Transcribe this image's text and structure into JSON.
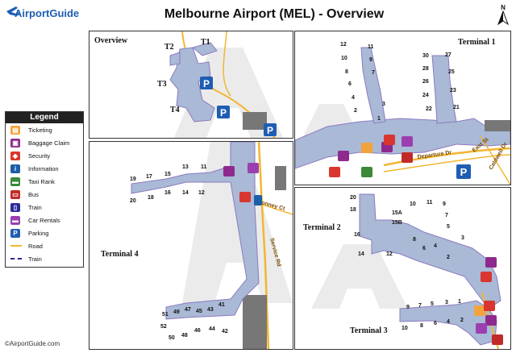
{
  "header": {
    "brand_text": "AirportGuide",
    "title": "Melbourne Airport (MEL) - Overview",
    "compass_letter": "N",
    "copyright": "©AirportGuide.com"
  },
  "colors": {
    "terminal": "#a9b9d6",
    "terminal_edge": "#8d7bbf",
    "road": "#f2b632",
    "ticketing": "#f2a33c",
    "baggage": "#8e2a8e",
    "security": "#d9362f",
    "information": "#1c5ea8",
    "taxi": "#3a8a3a",
    "bus": "#c22a2a",
    "train": "#2a2a9a",
    "car_rentals": "#9b3fb0",
    "parking": "#1f5db3"
  },
  "legend": {
    "title": "Legend",
    "items": [
      {
        "label": "Ticketing",
        "icon": "ticketing-icon"
      },
      {
        "label": "Baggage Claim",
        "icon": "baggage-icon"
      },
      {
        "label": "Security",
        "icon": "security-icon"
      },
      {
        "label": "Information",
        "icon": "information-icon"
      },
      {
        "label": "Taxi Rank",
        "icon": "taxi-icon"
      },
      {
        "label": "Bus",
        "icon": "bus-icon"
      },
      {
        "label": "Train",
        "icon": "train-icon"
      },
      {
        "label": "Car Rentals",
        "icon": "car-rental-icon"
      },
      {
        "label": "Parking",
        "icon": "parking-icon"
      },
      {
        "label": "Road",
        "icon": "road-line"
      },
      {
        "label": "Train",
        "icon": "train-line"
      }
    ]
  },
  "overview": {
    "title": "Overview",
    "labels": [
      "T1",
      "T2",
      "T3",
      "T4"
    ],
    "parking_letter": "P"
  },
  "terminal1": {
    "title": "Terminal 1",
    "west_gates": [
      "12",
      "11",
      "10",
      "9",
      "8",
      "7",
      "6",
      "4",
      "3",
      "2",
      "1"
    ],
    "east_gates": [
      "30",
      "27",
      "28",
      "25",
      "26",
      "23",
      "24",
      "22",
      "21"
    ],
    "road_labels": [
      "Departure Dr",
      "East St",
      "Caldwell Dr"
    ],
    "parking_letter": "P"
  },
  "terminal4": {
    "title": "Terminal 4",
    "north_gates": [
      "19",
      "17",
      "15",
      "13",
      "11",
      "20",
      "18",
      "16",
      "14",
      "12"
    ],
    "south_gates": [
      "51",
      "49",
      "47",
      "45",
      "43",
      "41",
      "52",
      "50",
      "48",
      "46",
      "44",
      "42"
    ],
    "road_labels": [
      "Bonney Ct",
      "Service Rd"
    ]
  },
  "terminal2": {
    "title": "Terminal 2",
    "gates": [
      "20",
      "18",
      "16",
      "14",
      "12",
      "15A",
      "15B",
      "10",
      "11",
      "9",
      "7",
      "5",
      "8",
      "6",
      "4",
      "3",
      "2"
    ]
  },
  "terminal3": {
    "title": "Terminal 3",
    "gates": [
      "9",
      "7",
      "5",
      "3",
      "1",
      "10",
      "8",
      "6",
      "4",
      "2"
    ]
  }
}
